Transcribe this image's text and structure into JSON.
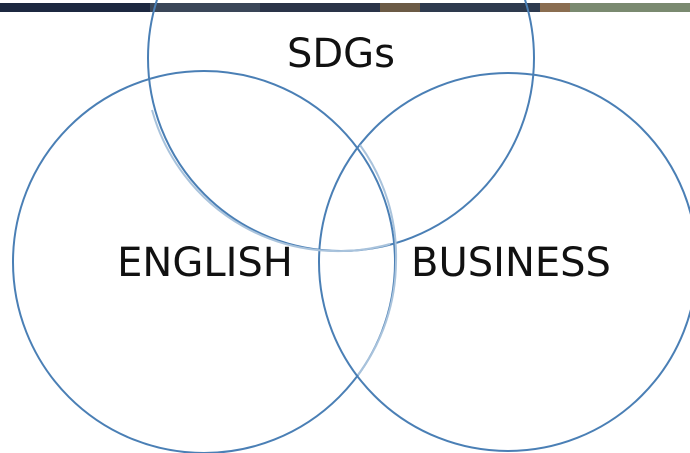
{
  "diagram": {
    "type": "venn",
    "sets": [
      {
        "id": "sdgs",
        "label": "SDGs"
      },
      {
        "id": "english",
        "label": "ENGLISH"
      },
      {
        "id": "business",
        "label": "BUSINESS"
      }
    ]
  },
  "colors": {
    "circle_stroke": "#4a7fb5",
    "circle_stroke_light": "#a9c3dc",
    "text": "#111111",
    "photo_strip": "#1f2a3a"
  }
}
